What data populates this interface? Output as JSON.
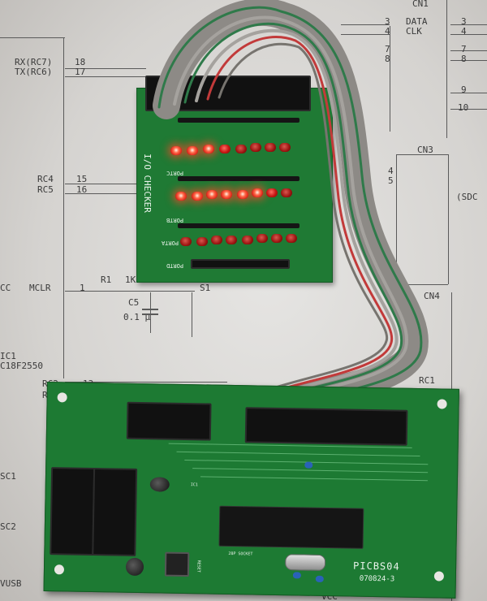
{
  "schematic": {
    "labels": {
      "cn1": "CN1",
      "data": "DATA",
      "clk": "CLK",
      "pin3a": "3",
      "pin4a": "4",
      "pin7a": "7",
      "pin8a": "8",
      "pin3b": "3",
      "pin4b": "4",
      "pin7b": "7",
      "pin8b": "8",
      "pin9": "9",
      "pin10": "10",
      "rx": "RX(RC7)",
      "tx": "TX(RC6)",
      "pin18": "18",
      "pin17": "17",
      "cn3": "CN3",
      "pin4c": "4",
      "pin5c": "5",
      "sdc": "(SDC",
      "rc4": "RC4",
      "rc5": "RC5",
      "pin15": "15",
      "pin16": "16",
      "cc": "CC",
      "mclr": "MCLR",
      "pin1": "1",
      "r1": "R1",
      "r1val": "1K",
      "c5": "C5",
      "c5val": "0.1 μ",
      "s1": "S1",
      "cn4": "CN4",
      "ic1": "IC1",
      "ic1part": "C18F2550",
      "rc2": "RC2",
      "pin13": "13",
      "rc1": "RC1",
      "rc": "RC",
      "sc1": "SC1",
      "sc2": "SC2",
      "vusb": "VUSB",
      "vcc": "VCC"
    }
  },
  "checker_board": {
    "title": "I/O CHECKER",
    "port_labels": [
      "PORTC",
      "PORTB",
      "PORTA",
      "PORTD"
    ]
  },
  "main_board": {
    "name": "PICBS04",
    "date_code": "070824-3",
    "small_labels": [
      "RESET",
      "28P SOCKET",
      "IC1"
    ]
  },
  "colors": {
    "pcb": "#1f7a34",
    "led_on": "#ff4a2e",
    "cable_gray": "#8d8a86",
    "cable_red": "#c23a3a",
    "cable_green": "#2f7a4a"
  }
}
